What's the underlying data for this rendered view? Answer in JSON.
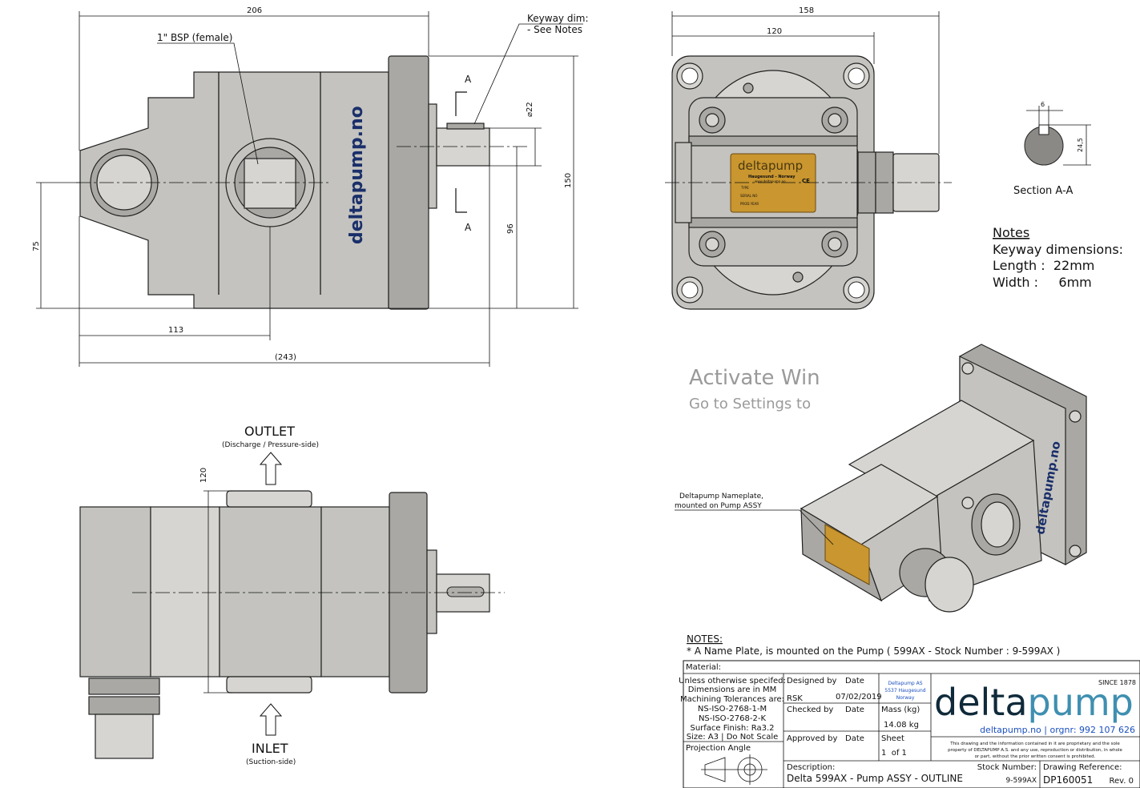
{
  "colors": {
    "body": "#c4c3bf",
    "plate": "#c9962f",
    "brand_dark": "#0f2a3a",
    "brand_blue": "#3f8fb0",
    "link": "#1a4fbf"
  },
  "side_view": {
    "dim_206": "206",
    "bsp_label": "1\" BSP (female)",
    "keyway_label_1": "Keyway dim:",
    "keyway_label_2": "- See Notes",
    "section_a_top": "A",
    "section_a_bottom": "A",
    "dim_dia22": "⌀22",
    "dim_150": "150",
    "dim_96": "96",
    "dim_75": "75",
    "dim_113": "113",
    "dim_243": "(243)",
    "body_text": "deltapump.no"
  },
  "front_view": {
    "dim_158": "158",
    "dim_120": "120",
    "nameplate": {
      "brand": "deltapump",
      "location": "Haugesund - Norway",
      "web": "www.deltapump.no",
      "ce": "CE",
      "type": "TYPE",
      "serial": "SERIAL NO",
      "year": "PROD.YEAR"
    }
  },
  "section": {
    "dim_6": "6",
    "dim_24_5": "24,5",
    "title": "Section A-A"
  },
  "notes": {
    "title": "Notes",
    "line1": "Keyway dimensions:",
    "line2": "Length :  22mm",
    "line3": "Width :     6mm"
  },
  "bottom_view": {
    "outlet": "OUTLET",
    "outlet_sub": "(Discharge / Pressure-side)",
    "inlet": "INLET",
    "inlet_sub": "(Suction-side)",
    "dim_120": "120"
  },
  "iso_view": {
    "callout_1": "Deltapump Nameplate,",
    "callout_2": "mounted on Pump ASSY",
    "body_text": "deltapump.no"
  },
  "drawing_notes": {
    "title": "NOTES:",
    "line1": "* A Name Plate, is mounted on the Pump  ( 599AX - Stock Number : 9-599AX )"
  },
  "title_block": {
    "material": "Material:",
    "general": [
      "Unless otherwise specifed:",
      "Dimensions are in MM",
      "Machining Tolerances are:",
      "NS-ISO-2768-1-M",
      "NS-ISO-2768-2-K",
      "Surface Finish: Ra3.2",
      "Size: A3 | Do Not Scale"
    ],
    "projection": "Projection Angle",
    "designed_by": "Designed by",
    "date": "Date",
    "designer": "RSK",
    "design_date": "07/02/2019",
    "company": [
      "Deltapump AS",
      "5537 Haugesund",
      "Norway"
    ],
    "checked_by": "Checked by",
    "mass_label": "Mass (kg)",
    "mass": "14.08 kg",
    "approved_by": "Approved by",
    "sheet_label": "Sheet",
    "sheet": "1  of 1",
    "since": "SINCE 1878",
    "logo_a": "delta",
    "logo_b": "pump",
    "web": "deltapump.no | orgnr: 992 107 626",
    "disclaimer": [
      "This drawing and the information contained in it are proprietary and the sole",
      "property of DELTAPUMP A.S. and any use, reproduction or distribution, in whole",
      "or part, without the prior written consent is prohibited."
    ],
    "description_label": "Description:",
    "description": "Delta 599AX - Pump ASSY - OUTLINE",
    "stock_label": "Stock Number:",
    "stock": "9-599AX",
    "ref_label": "Drawing Reference:",
    "ref": "DP160051",
    "rev": "Rev. 0"
  },
  "watermark": [
    "Activate Win",
    "Go to Settings to"
  ]
}
